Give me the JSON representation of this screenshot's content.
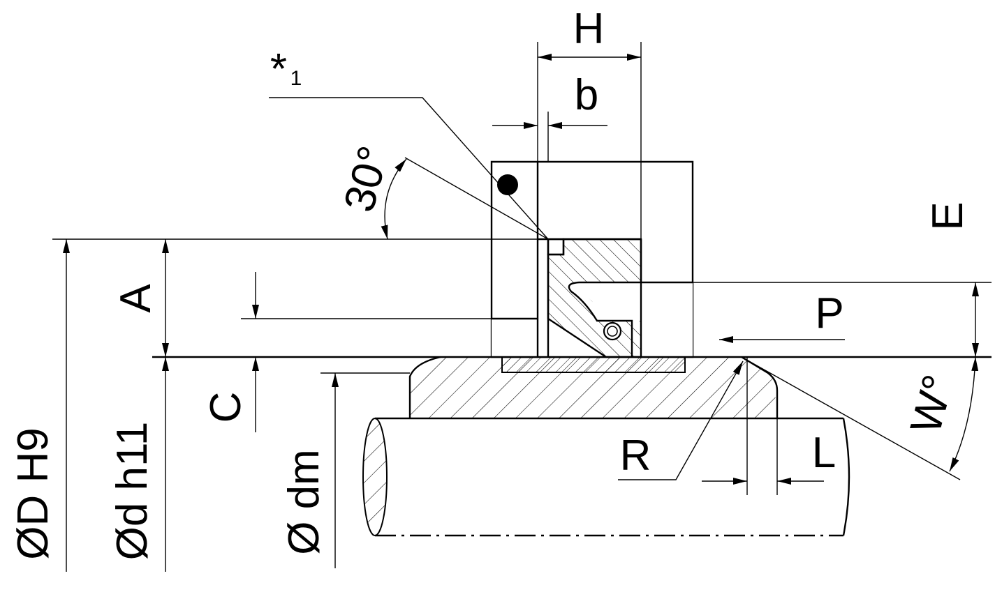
{
  "labels": {
    "H": "H",
    "b": "b",
    "note_star": "*",
    "note_index": "1",
    "angle_30": "30°",
    "E": "E",
    "P": "P",
    "A": "A",
    "C": "C",
    "D": "ØD H9",
    "d": "Ød h11",
    "dm": "Ø dm",
    "R": "R",
    "L": "L",
    "W": "W°"
  }
}
